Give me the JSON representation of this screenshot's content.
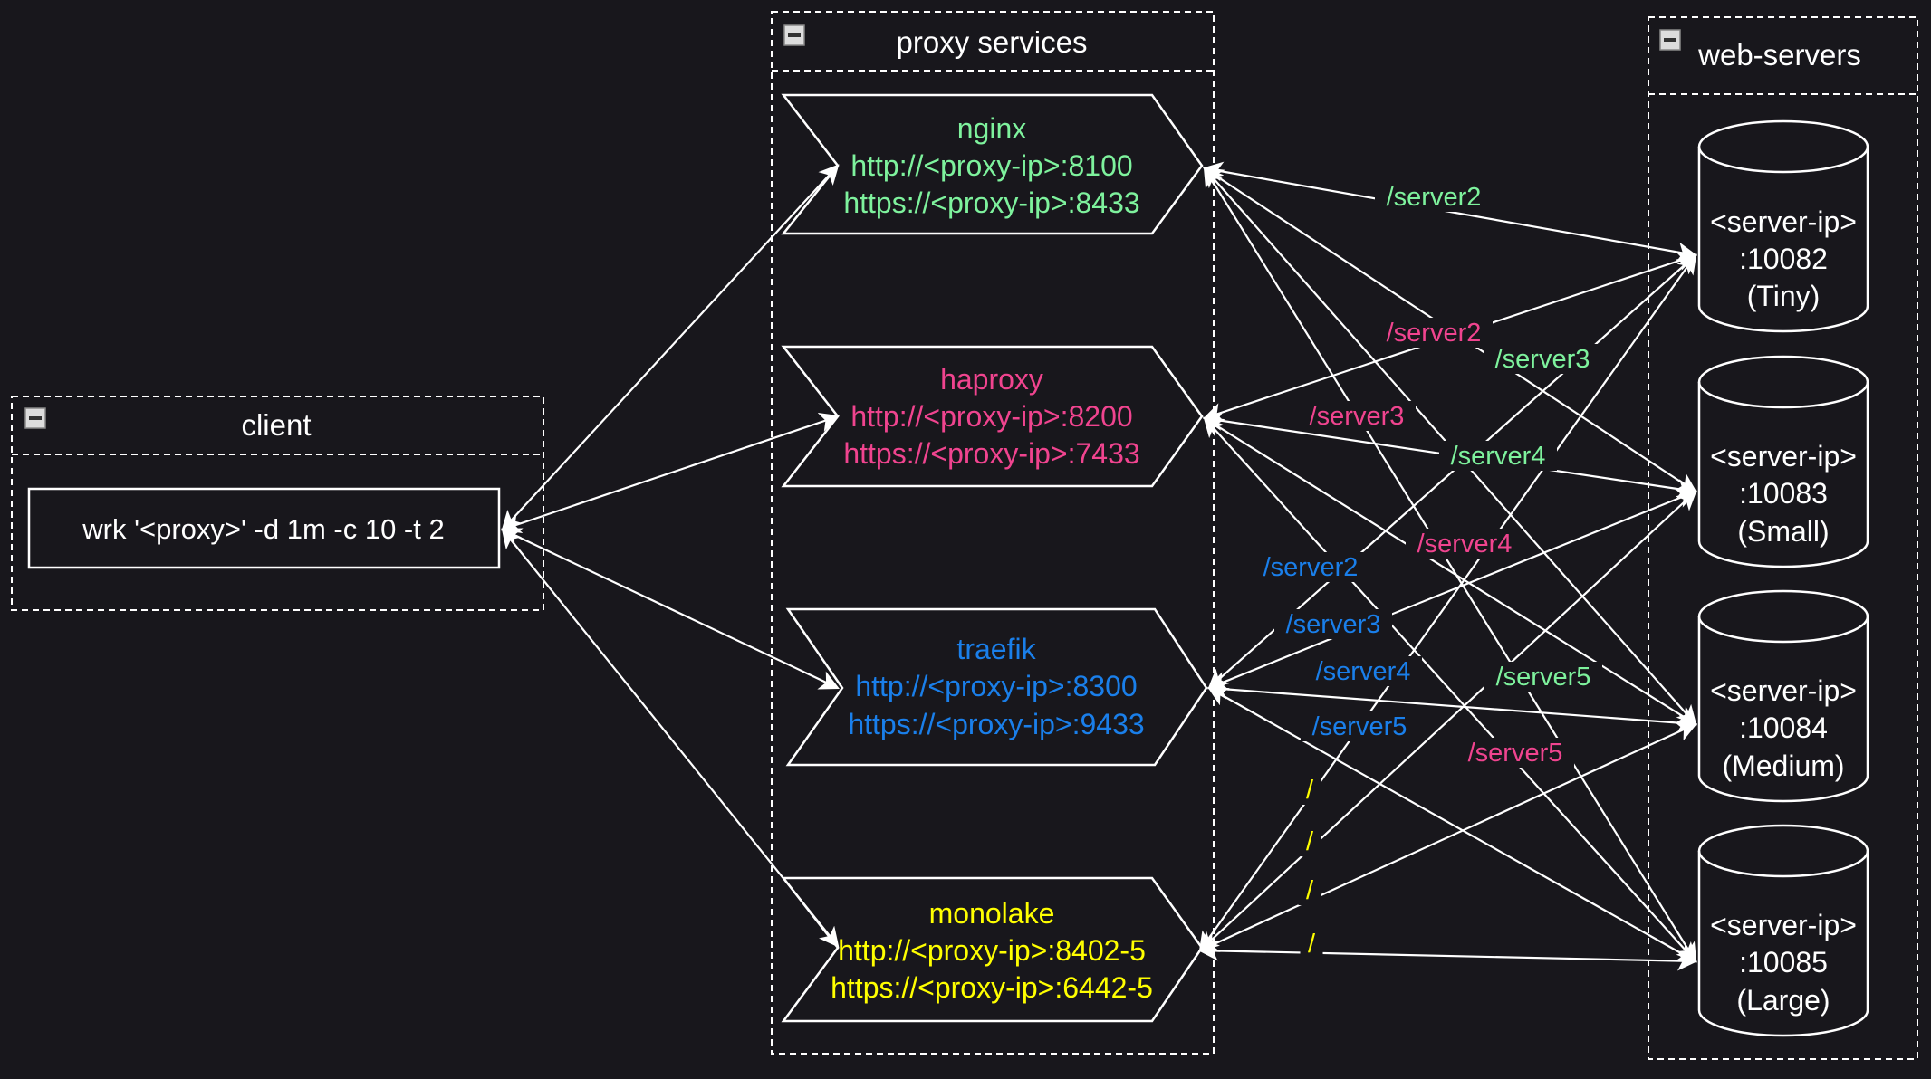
{
  "colors": {
    "background": "#18171c",
    "line": "#ffffff",
    "nginx": "#7ef29d",
    "haproxy": "#f0448f",
    "traefik": "#1a7fea",
    "monolake": "#ffff00"
  },
  "client": {
    "title": "client",
    "command": "wrk '<proxy>' -d 1m -c 10 -t 2"
  },
  "proxy_services": {
    "title": "proxy services",
    "items": [
      {
        "name": "nginx",
        "http": "http://<proxy-ip>:8100",
        "https": "https://<proxy-ip>:8433"
      },
      {
        "name": "haproxy",
        "http": "http://<proxy-ip>:8200",
        "https": "https://<proxy-ip>:7433"
      },
      {
        "name": "traefik",
        "http": "http://<proxy-ip>:8300",
        "https": "https://<proxy-ip>:9433"
      },
      {
        "name": "monolake",
        "http": "http://<proxy-ip>:8402-5",
        "https": "https://<proxy-ip>:6442-5"
      }
    ]
  },
  "web_servers": {
    "title": "web-servers",
    "items": [
      {
        "host": "<server-ip>",
        "port": ":10082",
        "size": "(Tiny)"
      },
      {
        "host": "<server-ip>",
        "port": ":10083",
        "size": "(Small)"
      },
      {
        "host": "<server-ip>",
        "port": ":10084",
        "size": "(Medium)"
      },
      {
        "host": "<server-ip>",
        "port": ":10085",
        "size": "(Large)"
      }
    ]
  },
  "route_labels": {
    "nginx": [
      "/server2",
      "/server3",
      "/server4",
      "/server5"
    ],
    "haproxy": [
      "/server2",
      "/server3",
      "/server4",
      "/server5"
    ],
    "traefik": [
      "/server2",
      "/server3",
      "/server4",
      "/server5"
    ],
    "monolake": [
      "/",
      "/",
      "/",
      "/"
    ]
  },
  "collapse_icon": "minus-square-icon"
}
